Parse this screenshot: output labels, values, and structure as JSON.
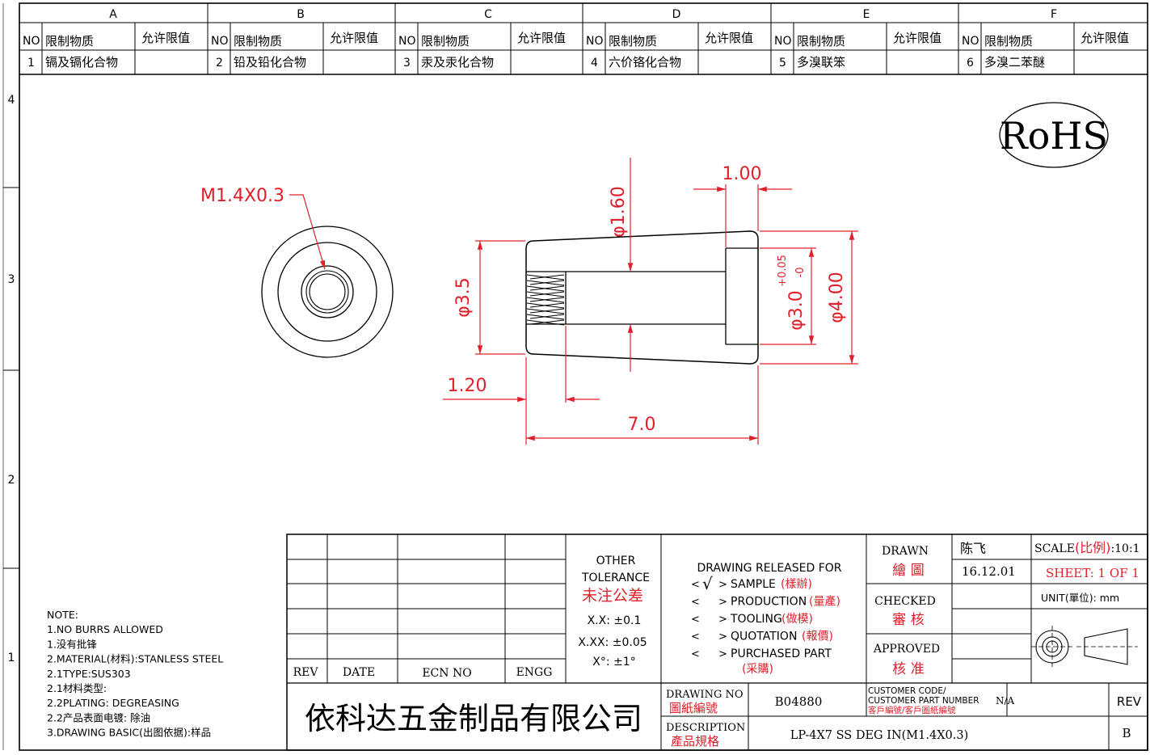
{
  "zones": {
    "columns": [
      "A",
      "B",
      "C",
      "D",
      "E",
      "F"
    ],
    "rows": [
      "4",
      "3",
      "2",
      "1"
    ]
  },
  "substance_table": {
    "headers": {
      "no": "NO",
      "substance": "限制物质",
      "limit": "允许限值"
    },
    "items": [
      {
        "no": "1",
        "name": "镉及镉化合物"
      },
      {
        "no": "2",
        "name": "铅及铅化合物"
      },
      {
        "no": "3",
        "name": "汞及汞化合物"
      },
      {
        "no": "4",
        "name": "六价铬化合物"
      },
      {
        "no": "5",
        "name": "多溴联笨"
      },
      {
        "no": "6",
        "name": "多溴二苯醚"
      }
    ]
  },
  "rohs": "RoHS",
  "dimensions": {
    "thread": "M1.4X0.3",
    "d_hole": "φ1.60",
    "len_1": "1.00",
    "d_small": "φ3.5",
    "d_bore": "φ3.0",
    "tol_upper": "+0.05",
    "tol_lower": "-0",
    "d_large": "φ4.00",
    "len_thread": "1.20",
    "len_total": "7.0"
  },
  "notes": [
    "NOTE:",
    "1.NO BURRS ALLOWED",
    "1.没有批锋",
    "2.MATERIAL(材料):STANLESS STEEL",
    "2.1TYPE:SUS303",
    "2.1材料类型:",
    "2.2PLATING: DEGREASING",
    "2.2产品表面电镀: 除油",
    "3.DRAWING BASIC(出图依据):样品"
  ],
  "revision_table": {
    "rev": "REV",
    "date": "DATE",
    "ecn": "ECN NO",
    "engg": "ENGG"
  },
  "tolerance": {
    "title1": "OTHER",
    "title2": "TOLERANCE",
    "title_cn": "未注公差",
    "x1": "X.X: ±0.1",
    "x2": "X.XX: ±0.05",
    "ang": "X°: ±1°"
  },
  "release": {
    "title": "DRAWING RELEASED FOR",
    "items": [
      {
        "en": "SAMPLE",
        "cn": "(樣辦)",
        "checked": true
      },
      {
        "en": "PRODUCTION",
        "cn": "(量產)",
        "checked": false
      },
      {
        "en": "TOOLING",
        "cn": "(做模)",
        "checked": false
      },
      {
        "en": "QUOTATION",
        "cn": "(報價)",
        "checked": false
      },
      {
        "en": "PURCHASED PART",
        "cn": "(采購)",
        "checked": false
      }
    ],
    "check_mark": "√"
  },
  "title_block": {
    "drawn_en": "DRAWN",
    "drawn_cn": "繪 圖",
    "drawn_by": "陈飞",
    "date": "16.12.01",
    "checked_en": "CHECKED",
    "checked_cn": "審 核",
    "approved_en": "APPROVED",
    "approved_cn": "核 准",
    "scale_en": "SCALE",
    "scale_cn": "(比例)",
    "scale_val": ":10:1",
    "sheet": "SHEET:  1 OF 1",
    "unit_en": "UNIT",
    "unit_cn": "(單位)",
    "unit_val": ":  mm",
    "company": "依科达五金制品有限公司",
    "drawing_no_en": "DRAWING NO",
    "drawing_no_cn": "圖紙編號",
    "drawing_no": "B04880",
    "cust_en1": "CUSTOMER CODE/",
    "cust_en2": "CUSTOMER PART NUMBER",
    "cust_cn": "客戶編號/客戶圖紙編號",
    "cust_val": "N/A",
    "rev_label": "REV",
    "rev_val": "B",
    "desc_en": "DESCRIPTION",
    "desc_cn": "產品規格",
    "desc_val": "LP-4X7 SS DEG IN(M1.4X0.3)"
  },
  "colors": {
    "dimension": "#e0202a",
    "line": "#000000"
  }
}
